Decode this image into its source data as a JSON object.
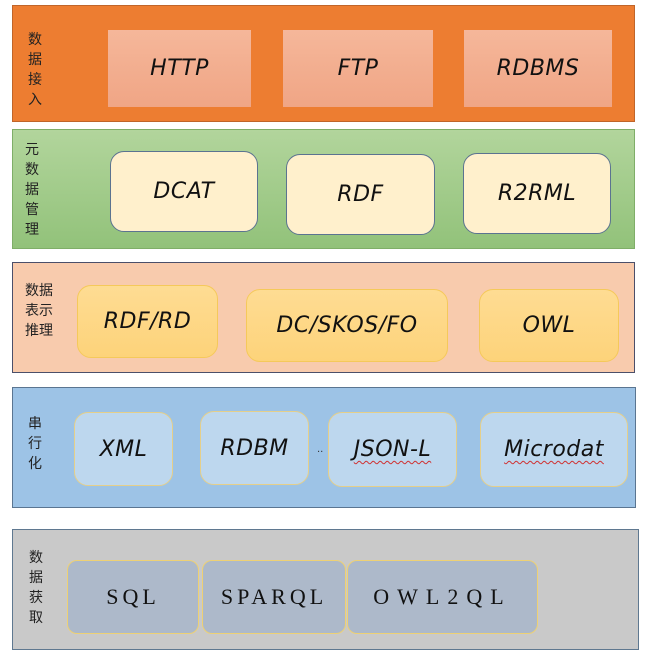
{
  "layers": [
    {
      "label": "数\n据\n接\n入",
      "items": [
        "HTTP",
        "FTP",
        "RDBMS"
      ],
      "color": "#ed7d31"
    },
    {
      "label": "元\n数\n据\n管\n理",
      "items": [
        "DCAT",
        "RDF",
        "R2RML"
      ],
      "color": "#a9d18e"
    },
    {
      "label": "数据\n表示\n推理",
      "items": [
        "RDF/RD",
        "DC/SKOS/FO",
        "OWL"
      ],
      "color": "#f8cbad"
    },
    {
      "label": "串\n行\n化",
      "items": [
        "XML",
        "RDBM",
        "JSON-L",
        "Microdat"
      ],
      "ellipsis": "..",
      "color": "#9dc3e6"
    },
    {
      "label": "数\n据\n获\n取",
      "items": [
        "SQL",
        "SPARQL",
        "OWL2QL"
      ],
      "color": "#c9c9c9"
    }
  ]
}
